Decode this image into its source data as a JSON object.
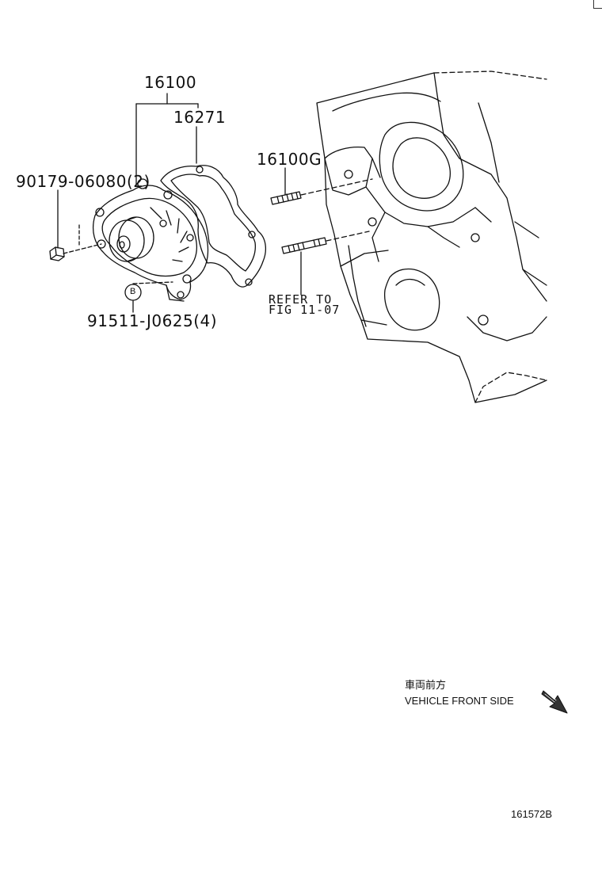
{
  "labels": {
    "p16100": "16100",
    "p16271": "16271",
    "p16100g": "16100G",
    "p90179": "90179-06080(2)",
    "p91511": "91511-J0625(4)",
    "bolt_callout": "B",
    "refer_line1": "REFER TO",
    "refer_line2": "FIG 11-07"
  },
  "direction": {
    "japanese": "車両前方",
    "english": "VEHICLE FRONT SIDE",
    "arrow_icon": "front-direction-arrow-icon"
  },
  "diagram_code": "161572B"
}
